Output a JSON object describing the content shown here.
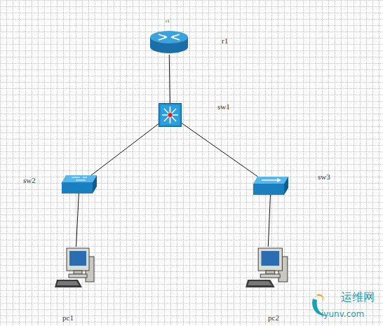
{
  "diagram": {
    "nodes": [
      {
        "text": [
          "r1",
          "r1"
        ]
      },
      {
        "text": [
          "sw1"
        ]
      },
      {
        "text": [
          "sw2"
        ]
      },
      {
        "text": [
          "sw3"
        ]
      },
      {
        "text": [
          "pc1"
        ]
      },
      {
        "text": [
          "pc2"
        ]
      }
    ],
    "edges": [
      {
        "from": 0,
        "to": 1,
        "arrow": "none"
      },
      {
        "from": 1,
        "to": 2,
        "arrow": "none"
      },
      {
        "from": 1,
        "to": 3,
        "arrow": "none"
      },
      {
        "from": 2,
        "to": 4,
        "arrow": "none"
      },
      {
        "from": 3,
        "to": 5,
        "arrow": "none"
      }
    ],
    "labels": [
      "运维网",
      "iyunv.com"
    ]
  }
}
